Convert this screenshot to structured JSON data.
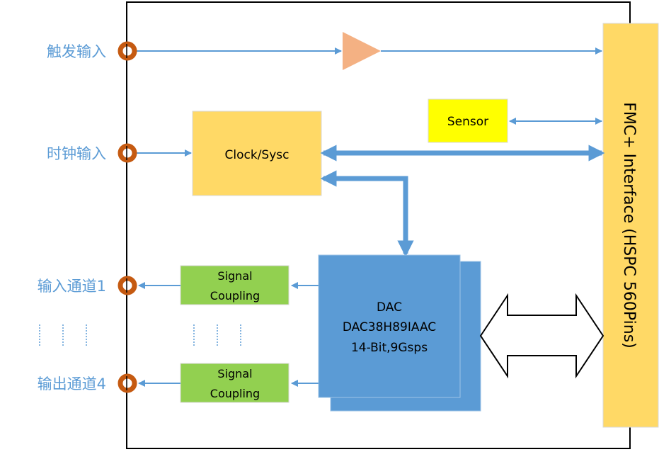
{
  "colors": {
    "line_blue": "#5b9bd5",
    "port_orange": "#c55a11",
    "clock_box": "#ffd966",
    "fmc_box": "#ffd966",
    "sensor_box": "#ffff00",
    "coupling_box": "#92d050",
    "dac_box": "#5b9bd5",
    "amplifier": "#f4b183",
    "label_blue": "#5b9bd5"
  },
  "ports": {
    "trigger_in": "触发输入",
    "clock_in": "时钟输入",
    "channel_1": "输入通道1",
    "channel_4": "输出通道4"
  },
  "blocks": {
    "clock": "Clock/Sysc",
    "sensor": "Sensor",
    "coupling_1": [
      "Signal",
      "Coupling"
    ],
    "coupling_4": [
      "Signal",
      "Coupling"
    ],
    "dac": [
      "DAC",
      "DAC38H89IAAC",
      "14-Bit,9Gsps"
    ],
    "fmc": "FMC+ Interface (HSPC 560Pins)"
  }
}
